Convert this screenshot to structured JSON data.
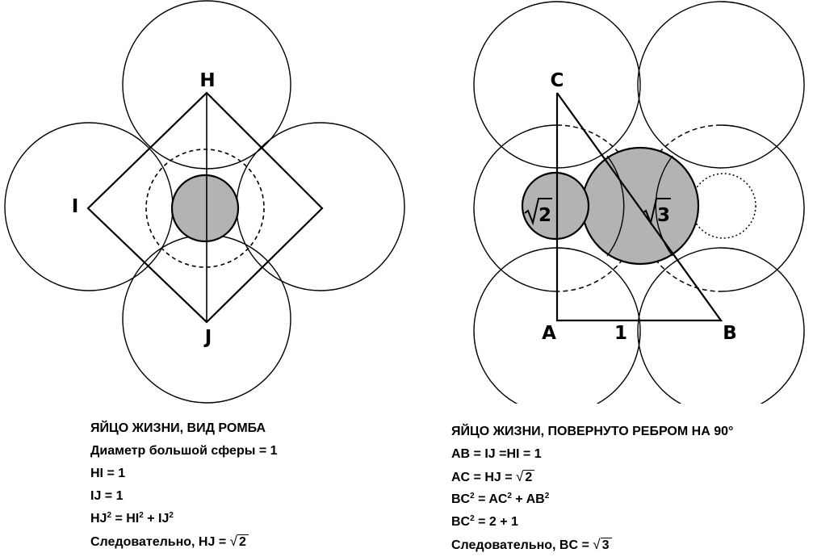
{
  "left_figure": {
    "labels": {
      "H": "H",
      "I": "I",
      "J": "J"
    }
  },
  "right_figure": {
    "labels": {
      "C": "C",
      "A": "A",
      "B": "B",
      "one": "1",
      "sqrt2": "2",
      "sqrt3": "3"
    }
  },
  "left_caption": {
    "title": "ЯЙЦО ЖИЗНИ, ВИД РОМБА",
    "line1": "Диаметр большой сферы = 1",
    "line2": "HI = 1",
    "line3": "IJ = 1",
    "line4": {
      "a": "HJ",
      "e1": "2",
      "b": " = HI",
      "e2": "2",
      "c": " + IJ",
      "e3": "2"
    },
    "line5": {
      "prefix": "Следовательно, HJ = ",
      "rad": "2"
    }
  },
  "right_caption": {
    "title": "ЯЙЦО ЖИЗНИ, ПОВЕРНУТО РЕБРОМ НА 90°",
    "line1": "AB = IJ =HI = 1",
    "line2": {
      "prefix": "AC = HJ = ",
      "rad": "2"
    },
    "line3": {
      "a": "BC",
      "e1": "2",
      "b": " = AC",
      "e2": "2",
      "c": " + AB",
      "e3": "2"
    },
    "line4": {
      "a": "BC",
      "e1": "2",
      "b": " = 2 + 1"
    },
    "line5": {
      "prefix": "Следовательно, BC = ",
      "rad": "3"
    }
  },
  "colors": {
    "line": "#000000",
    "fill": "#b3b3b3"
  }
}
